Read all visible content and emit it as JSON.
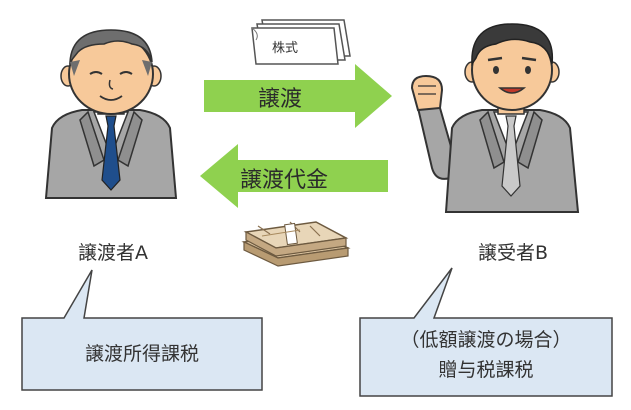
{
  "colors": {
    "arrow": "#8fd14f",
    "callout_fill": "#dbe7f3",
    "callout_stroke": "#444444",
    "suit": "#a4a4a4",
    "skin": "#f7c99a"
  },
  "document": {
    "text": "株式"
  },
  "arrow_right": {
    "label": "譲渡"
  },
  "arrow_left": {
    "label": "譲渡代金"
  },
  "person_a": {
    "label": "譲渡者A",
    "icon": "businessman-icon"
  },
  "person_b": {
    "label": "譲受者B",
    "icon": "businessman-fist-icon"
  },
  "callout_a": {
    "text": "譲渡所得課税"
  },
  "callout_b": {
    "line1": "（低額譲渡の場合）",
    "line2": "贈与税課税"
  },
  "money": {
    "icon": "cash-bundle-icon"
  }
}
